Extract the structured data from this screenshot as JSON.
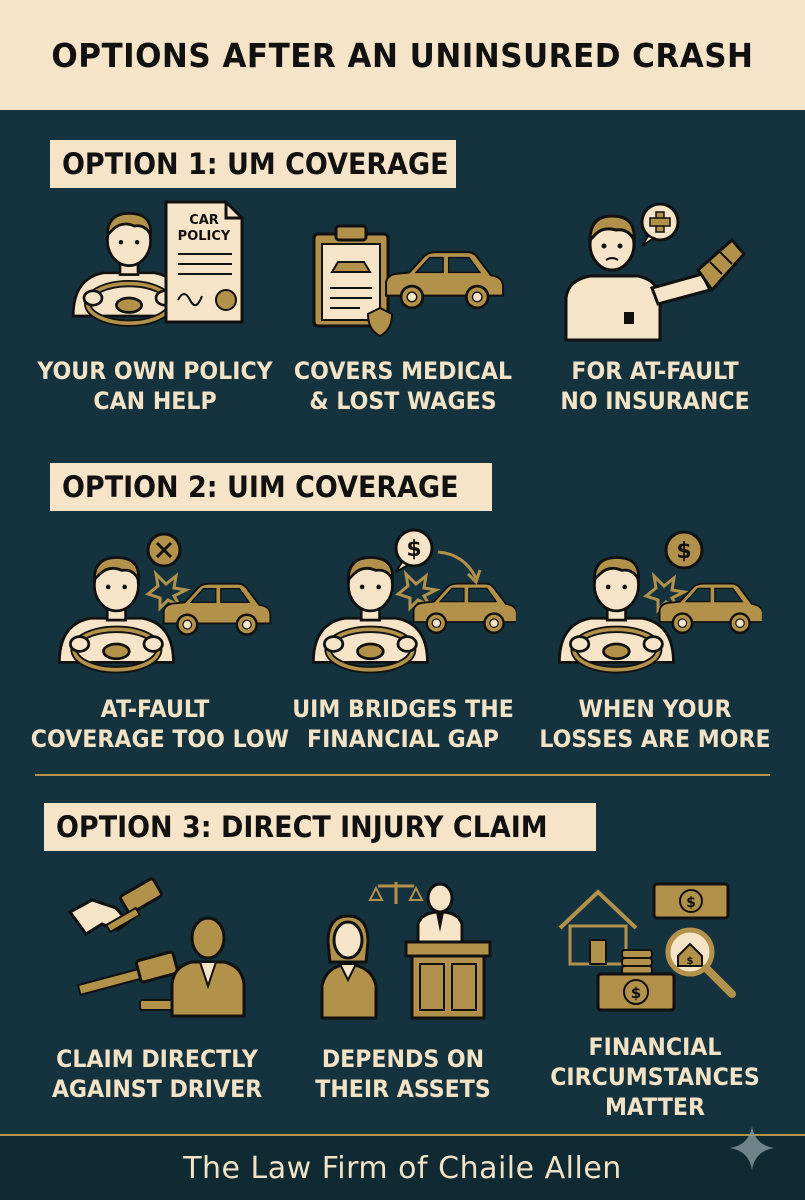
{
  "title": "OPTIONS AFTER AN UNINSURED CRASH",
  "colors": {
    "background": "#14333e",
    "cream": "#f6e4c8",
    "gold": "#b2914a",
    "text": "#f3e3c6"
  },
  "sections": [
    {
      "label": "OPTION 1: UM COVERAGE",
      "items": [
        {
          "icon": "driver-with-policy-icon",
          "policy_text_1": "CAR",
          "policy_text_2": "POLICY",
          "caption_1": "YOUR OWN POLICY",
          "caption_2": "CAN HELP"
        },
        {
          "icon": "clipboard-car-icon",
          "caption_1": "COVERS MEDICAL",
          "caption_2": "& LOST WAGES"
        },
        {
          "icon": "injured-person-icon",
          "caption_1": "FOR AT-FAULT",
          "caption_2": "NO INSURANCE"
        }
      ]
    },
    {
      "label": "OPTION 2: UIM COVERAGE",
      "items": [
        {
          "icon": "driver-crash-x-icon",
          "caption_1": "AT-FAULT",
          "caption_2": "COVERAGE TOO LOW"
        },
        {
          "icon": "driver-crash-dollar-icon",
          "caption_1": "UIM BRIDGES THE",
          "caption_2": "FINANCIAL GAP"
        },
        {
          "icon": "driver-crash-coin-icon",
          "caption_1": "WHEN YOUR",
          "caption_2": "LOSSES ARE MORE"
        }
      ]
    },
    {
      "label": "OPTION 3: DIRECT INJURY CLAIM",
      "items": [
        {
          "icon": "gavel-driver-icon",
          "caption_1": "CLAIM DIRECTLY",
          "caption_2": "AGAINST DRIVER"
        },
        {
          "icon": "courtroom-icon",
          "caption_1": "DEPENDS ON",
          "caption_2": "THEIR ASSETS"
        },
        {
          "icon": "assets-magnifier-icon",
          "caption_1": "FINANCIAL",
          "caption_2": "CIRCUMSTANCES",
          "caption_3": "MATTER"
        }
      ]
    }
  ],
  "footer": "The Law Firm of Chaile Allen"
}
